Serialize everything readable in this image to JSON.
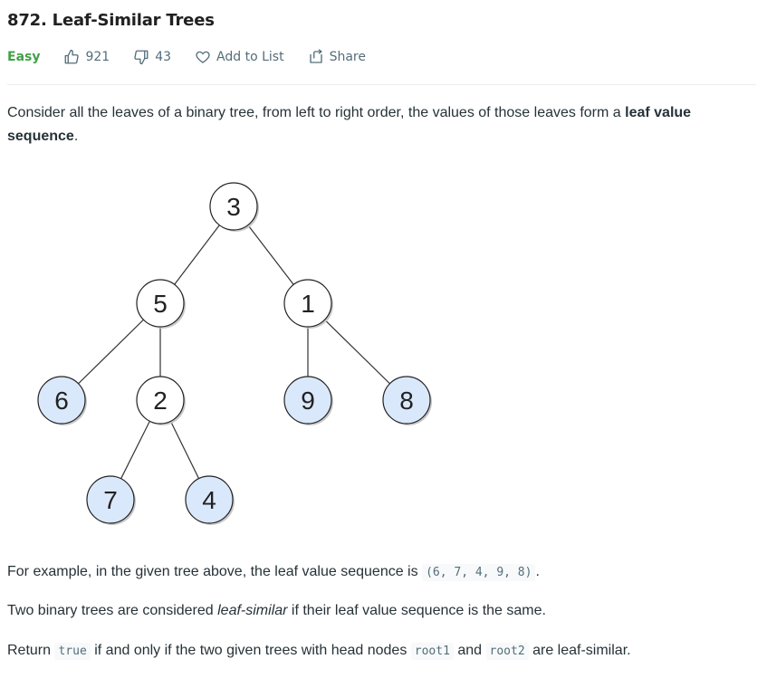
{
  "problem": {
    "title": "872. Leaf-Similar Trees",
    "difficulty": "Easy",
    "likes": "921",
    "dislikes": "43",
    "add_to_list": "Add to List",
    "share": "Share"
  },
  "description": {
    "intro_text": "Consider all the leaves of a binary tree, from left to right order, the values of those leaves form a ",
    "intro_bold": "leaf value sequence",
    "intro_end": ".",
    "example_text": "For example, in the given tree above, the leaf value sequence is ",
    "example_code": "(6, 7, 4, 9, 8)",
    "example_end": ".",
    "def_text1": "Two binary trees are considered ",
    "def_italic": "leaf-similar",
    "def_text2": " if their leaf value sequence is the same.",
    "return_text1": "Return ",
    "return_code1": "true",
    "return_text2": " if and only if the two given trees with head nodes ",
    "return_code2": "root1",
    "return_text3": " and ",
    "return_code3": "root2",
    "return_text4": " are leaf-similar."
  },
  "tree": {
    "nodes": [
      {
        "id": "n3",
        "value": "3",
        "leaf": false
      },
      {
        "id": "n5",
        "value": "5",
        "leaf": false
      },
      {
        "id": "n1",
        "value": "1",
        "leaf": false
      },
      {
        "id": "n6",
        "value": "6",
        "leaf": true
      },
      {
        "id": "n2",
        "value": "2",
        "leaf": false
      },
      {
        "id": "n9",
        "value": "9",
        "leaf": true
      },
      {
        "id": "n8",
        "value": "8",
        "leaf": true
      },
      {
        "id": "n7",
        "value": "7",
        "leaf": true
      },
      {
        "id": "n4",
        "value": "4",
        "leaf": true
      }
    ],
    "colors": {
      "leaf_fill": "#dae8fc",
      "inner_fill": "#ffffff",
      "stroke": "#222222",
      "edge": "#333333"
    }
  }
}
